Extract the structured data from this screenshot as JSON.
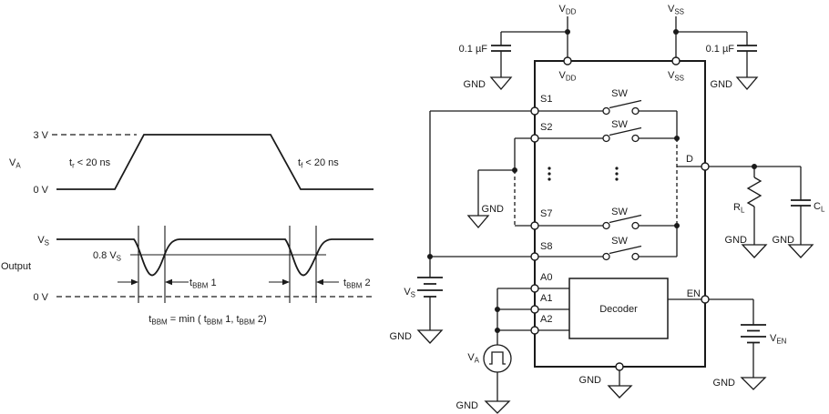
{
  "waveforms": {
    "va_axis": {
      "base": "V",
      "sub": "A"
    },
    "three_v": "3 V",
    "zero_v": "0 V",
    "rise": {
      "base": "t",
      "sub": "r",
      "rest": " < 20 ns"
    },
    "fall": {
      "base": "t",
      "sub": "f",
      "rest": " < 20 ns"
    },
    "vs_level": {
      "base": "V",
      "sub": "S"
    },
    "threshold": {
      "base": "0.8 V",
      "sub": "S"
    },
    "output": "Output",
    "zero_v2": "0 V",
    "tbbm1": {
      "base": "t",
      "sub": "BBM",
      "rest": " 1"
    },
    "tbbm2": {
      "base": "t",
      "sub": "BBM",
      "rest": " 2"
    },
    "formula": {
      "f1": "t",
      "f1s": "BBM",
      "f2": " = min ( ",
      "f3": "t",
      "f3s": "BBM",
      "f4": " 1, ",
      "f5": "t",
      "f5s": "BBM",
      "f6": " 2)"
    }
  },
  "circuit": {
    "vdd": {
      "base": "V",
      "sub": "DD"
    },
    "vss": {
      "base": "V",
      "sub": "SS"
    },
    "bypass_cap": "0.1 µF",
    "gnd": "GND",
    "sw": "SW",
    "decoder": "Decoder",
    "pins": {
      "s1": "S1",
      "s2": "S2",
      "s7": "S7",
      "s8": "S8",
      "a0": "A0",
      "a1": "A1",
      "a2": "A2",
      "d": "D",
      "en": "EN"
    },
    "vs": {
      "base": "V",
      "sub": "S"
    },
    "va": {
      "base": "V",
      "sub": "A"
    },
    "ven": {
      "base": "V",
      "sub": "EN"
    },
    "rl": {
      "base": "R",
      "sub": "L"
    },
    "cl": {
      "base": "C",
      "sub": "L"
    }
  },
  "colors": {
    "line": "#1a1a1a",
    "background": "#ffffff"
  }
}
